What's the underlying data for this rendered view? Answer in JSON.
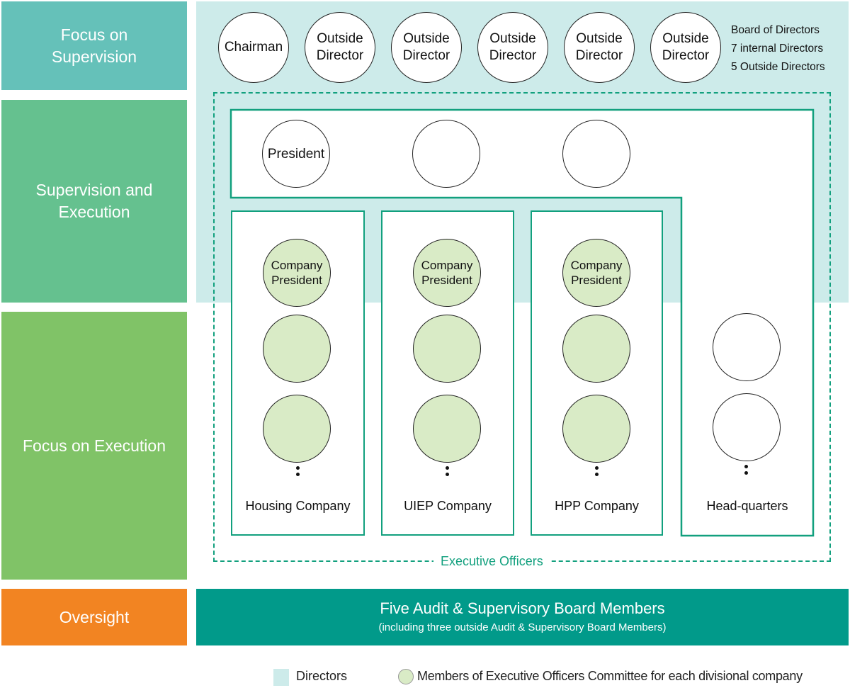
{
  "row_labels": {
    "focus_supervision": "Focus on\nSupervision",
    "supervision_execution": "Supervision and\nExecution",
    "focus_execution": "Focus on Execution",
    "oversight": "Oversight"
  },
  "board": {
    "members": [
      "Chairman",
      "Outside\nDirector",
      "Outside\nDirector",
      "Outside\nDirector",
      "Outside\nDirector",
      "Outside\nDirector"
    ],
    "note_lines": [
      "Board of Directors",
      "7 internal Directors",
      "5 Outside Directors"
    ]
  },
  "executive": {
    "label": "Executive Officers",
    "top_row": [
      "President",
      "",
      ""
    ],
    "companies": [
      {
        "name": "Housing Company",
        "lead": "Company\nPresident"
      },
      {
        "name": "UIEP Company",
        "lead": "Company\nPresident"
      },
      {
        "name": "HPP Company",
        "lead": "Company\nPresident"
      }
    ],
    "headquarters": {
      "name": "Head-quarters"
    }
  },
  "audit": {
    "title": "Five Audit & Supervisory Board Members",
    "subtitle": "(including three outside Audit & Supervisory Board Members)"
  },
  "legend": {
    "directors": "Directors",
    "members": "Members of Executive Officers Committee for each divisional company"
  },
  "colors": {
    "directors_area": "#cdebea",
    "member_circle": "#d9ebc6",
    "outline_green": "#12a07e",
    "audit_bar": "#019a8a",
    "label_supervision": "#65c1b9",
    "label_sup_exe": "#65c18f",
    "label_execution": "#80c367",
    "label_oversight": "#f28422"
  }
}
